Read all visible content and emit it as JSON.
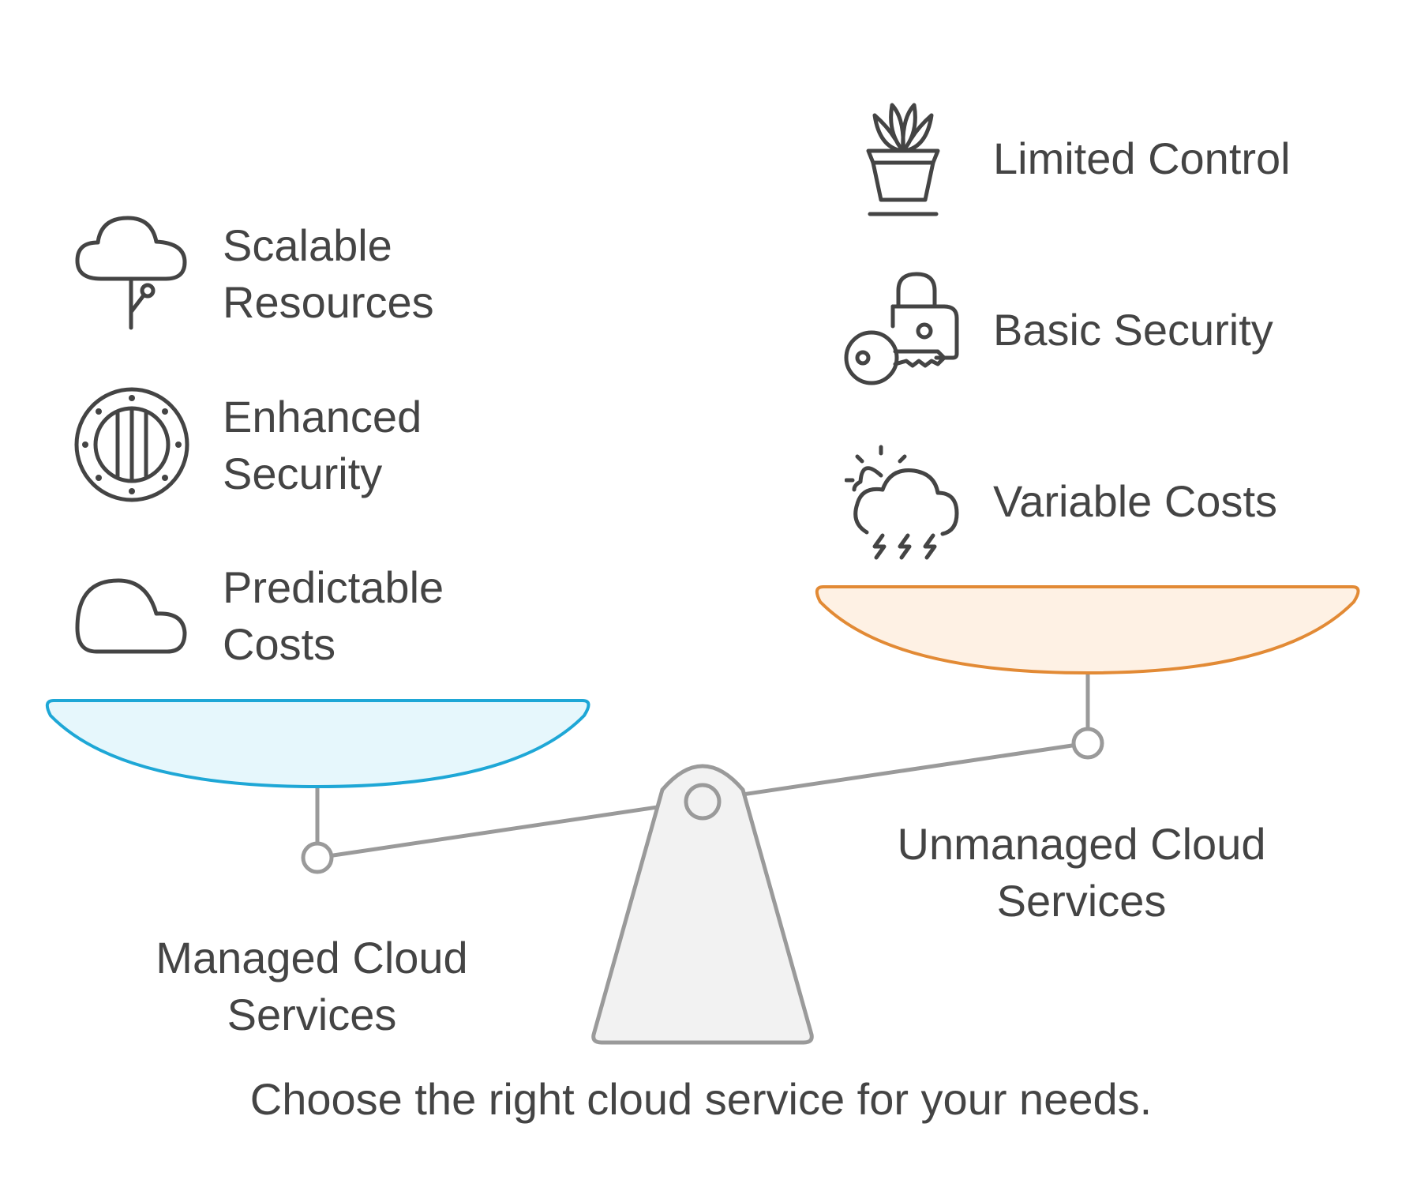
{
  "left_side": {
    "label_line1": "Managed Cloud",
    "label_line2": "Services",
    "pan_fill": "#e6f7fc",
    "pan_stroke": "#1ea7d6",
    "items": [
      {
        "line1": "Scalable",
        "line2": "Resources",
        "icon": "cloud-tree-icon"
      },
      {
        "line1": "Enhanced",
        "line2": "Security",
        "icon": "vault-door-icon"
      },
      {
        "line1": "Predictable",
        "line2": "Costs",
        "icon": "cloud-icon"
      }
    ]
  },
  "right_side": {
    "label_line1": "Unmanaged Cloud",
    "label_line2": "Services",
    "pan_fill": "#fef1e4",
    "pan_stroke": "#e28a35",
    "items": [
      {
        "text": "Limited Control",
        "icon": "potted-plant-icon"
      },
      {
        "text": "Basic Security",
        "icon": "key-lock-icon"
      },
      {
        "text": "Variable Costs",
        "icon": "storm-cloud-icon"
      }
    ]
  },
  "caption": "Choose the right cloud service for your needs.",
  "colors": {
    "text": "#444444",
    "beam": "#9a9a9a",
    "fulcrum_fill": "#f2f2f2",
    "icon_stroke": "#444444"
  }
}
